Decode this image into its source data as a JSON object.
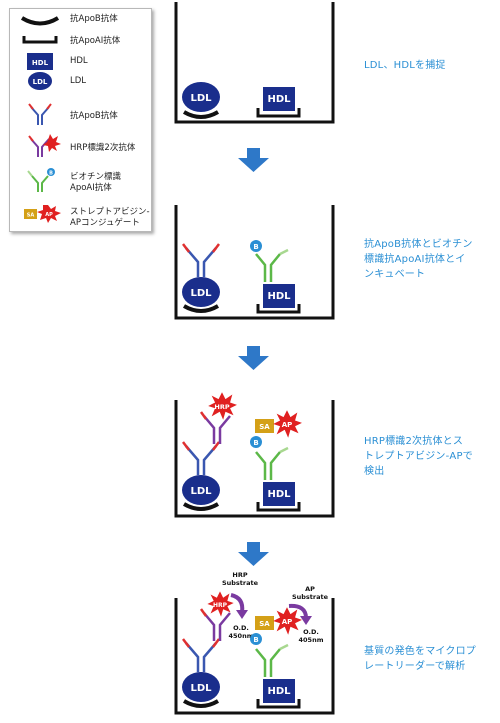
{
  "legend": {
    "items": [
      {
        "label": "抗ApoB抗体",
        "icon": "apob-antibody-icon"
      },
      {
        "label": "抗ApoAI抗体",
        "icon": "apoai-antibody-icon"
      },
      {
        "label": "HDL",
        "icon": "hdl-icon"
      },
      {
        "label": "LDL",
        "icon": "ldl-icon"
      },
      {
        "label": "抗ApoB抗体",
        "icon": "apob-y-antibody-icon"
      },
      {
        "label": "HRP標識2次抗体",
        "icon": "hrp-secondary-antibody-icon"
      },
      {
        "label": "ビオチン標識",
        "label2": "ApoAI抗体",
        "icon": "biotin-apoai-antibody-icon"
      },
      {
        "label": "ストレプトアビジン-",
        "label2": "APコンジュゲート",
        "icon": "sa-ap-conjugate-icon"
      }
    ]
  },
  "wells": {
    "ldl": "LDL",
    "hdl": "HDL",
    "biotin": "B",
    "hrp": "HRP",
    "sa": "SA",
    "ap": "AP"
  },
  "steps": [
    {
      "lines": [
        "LDL、HDLを捕捉"
      ]
    },
    {
      "lines": [
        "抗ApoB抗体とビオチン",
        "標識抗ApoAI抗体とイ",
        "ンキュベート"
      ]
    },
    {
      "lines": [
        "HRP標識2次抗体とス",
        "トレプトアビジン-APで",
        "検出"
      ]
    },
    {
      "lines": [
        "基質の発色をマイクロプ",
        "レートリーダーで解析"
      ]
    }
  ],
  "substrates": {
    "hrp": {
      "line1": "HRP",
      "line2": "Substrate",
      "od1": "O.D.",
      "od2": "450nm"
    },
    "ap": {
      "line1": "AP",
      "line2": "Substrate",
      "od1": "O.D.",
      "od2": "405nm"
    }
  },
  "colors": {
    "step_text": "#2a8fd4",
    "arrow": "#2e78c8",
    "hdl": "#1a2e8c",
    "ldl": "#1a2e8c",
    "antibody_blue": "#3a57b0",
    "antibody_red": "#e03030",
    "antibody_purple": "#7a3aa0",
    "antibody_green": "#5cb848",
    "sa_gold": "#d4a017",
    "burst_red": "#e02020",
    "biotin": "#2a8fd4"
  }
}
